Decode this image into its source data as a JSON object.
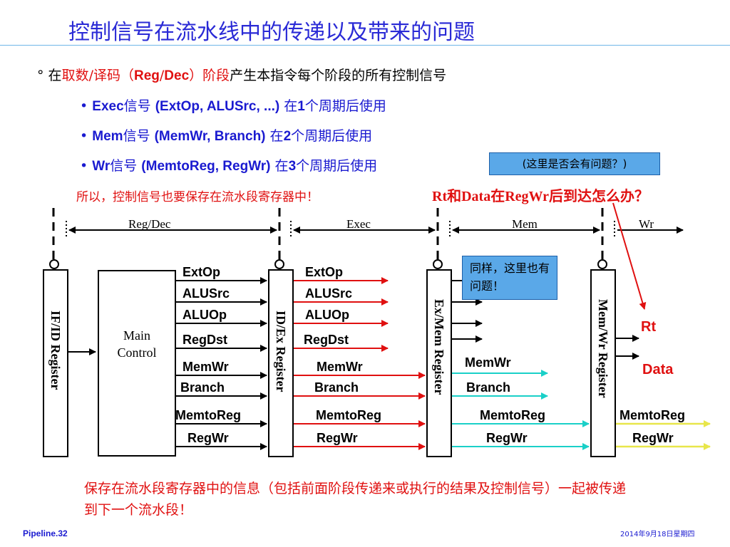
{
  "title": "控制信号在流水线中的传递以及带来的问题",
  "bullet1": {
    "marker": "°",
    "p1": "在",
    "p2": "取数/译码（",
    "p3": "Reg",
    "p4": "/",
    "p5": "Dec",
    "p6": "）阶段",
    "p7": "产生本指令每个阶段的所有控制信号"
  },
  "subs": [
    {
      "dot": "•",
      "a": "Exec",
      "b": "信号 ",
      "c": "(ExtOp, ALUSrc, ...)",
      "d": " 在",
      "e": "1",
      "f": "个周期后使用"
    },
    {
      "dot": "•",
      "a": "Mem",
      "b": "信号 ",
      "c": "(MemWr, Branch)",
      "d": " 在",
      "e": "2",
      "f": "个周期后使用"
    },
    {
      "dot": "•",
      "a": "Wr",
      "b": "信号 ",
      "c": "(MemtoReg, RegWr)",
      "d": " 在",
      "e": "3",
      "f": "个周期后使用"
    }
  ],
  "question_box": "(这里是否会有问题？)",
  "note_left": "所以，控制信号也要保存在流水段寄存器中！",
  "note_right": "Rt和Data在RegWr后到达怎么办？",
  "stages": [
    "Reg/Dec",
    "Exec",
    "Mem",
    "Wr"
  ],
  "registers": {
    "ifid": "IF/ID Register",
    "idex": "ID/Ex Register",
    "exmem": "Ex/Mem Register",
    "memwr": "Mem/Wr Register"
  },
  "main_control": [
    "Main",
    "Control"
  ],
  "signals_col1": [
    "ExtOp",
    "ALUSrc",
    "ALUOp",
    "RegDst",
    "MemWr",
    "Branch",
    "MemtoReg",
    "RegWr"
  ],
  "signals_col2": [
    "ExtOp",
    "ALUSrc",
    "ALUOp",
    "RegDst",
    "MemWr",
    "Branch",
    "MemtoReg",
    "RegWr"
  ],
  "signals_col3": [
    "MemWr",
    "Branch",
    "MemtoReg",
    "RegWr"
  ],
  "signals_col4": [
    "MemtoReg",
    "RegWr"
  ],
  "rt_label": "Rt",
  "data_label": "Data",
  "blue_note": "同样，这里也有问题！",
  "bottom_text": "保存在流水段寄存器中的信息（包括前面阶段传递来或执行的结果及控制信号）一起被传递到下一个流水段！",
  "footer_left": "Pipeline.32",
  "footer_right": "2014年9月18日星期四",
  "colors": {
    "title": "#2a2ad6",
    "red": "#e01010",
    "cyan": "#1ad0c8",
    "yellow": "#e8e64a",
    "blue_box": "#5aa8e8"
  }
}
